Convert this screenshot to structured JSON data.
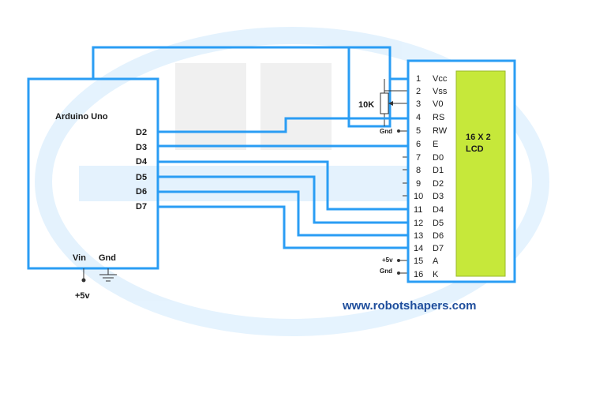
{
  "arduino": {
    "title": "Arduino Uno",
    "pins": [
      "D2",
      "D3",
      "D4",
      "D5",
      "D6",
      "D7"
    ],
    "vin": "Vin",
    "gnd": "Gnd",
    "supply": "+5v"
  },
  "pot": {
    "label": "10K"
  },
  "lcd": {
    "title_line1": "16 X 2",
    "title_line2": "LCD",
    "pins": [
      {
        "num": "1",
        "name": "Vcc"
      },
      {
        "num": "2",
        "name": "Vss"
      },
      {
        "num": "3",
        "name": "V0"
      },
      {
        "num": "4",
        "name": "RS"
      },
      {
        "num": "5",
        "name": "RW"
      },
      {
        "num": "6",
        "name": "E"
      },
      {
        "num": "7",
        "name": "D0"
      },
      {
        "num": "8",
        "name": "D1"
      },
      {
        "num": "9",
        "name": "D2"
      },
      {
        "num": "10",
        "name": "D3"
      },
      {
        "num": "11",
        "name": "D4"
      },
      {
        "num": "12",
        "name": "D5"
      },
      {
        "num": "13",
        "name": "D6"
      },
      {
        "num": "14",
        "name": "D7"
      },
      {
        "num": "15",
        "name": "A"
      },
      {
        "num": "16",
        "name": "K"
      }
    ],
    "rw_gnd": "Gnd",
    "a_supply": "+5v",
    "k_gnd": "Gnd"
  },
  "footer": {
    "url": "www.robotshapers.com"
  },
  "colors": {
    "wire": "#2a9df4",
    "lcd_screen": "#c6e83a",
    "url": "#1f4e9c"
  }
}
